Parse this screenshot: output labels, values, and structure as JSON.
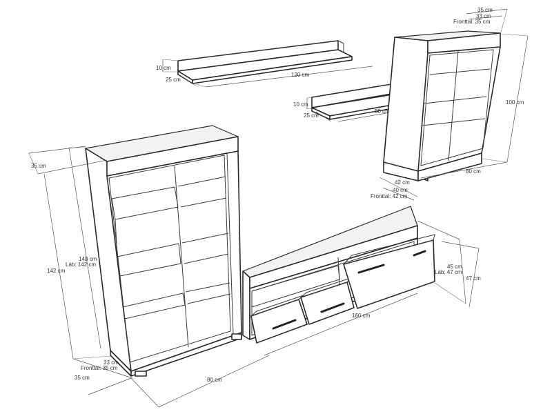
{
  "labels": {
    "wall_shelf_long": {
      "height": "10 cm",
      "depth": "25 cm",
      "width": "120 cm"
    },
    "wall_shelf_short": {
      "height": "10 cm",
      "depth": "25 cm",
      "width": "80 cm"
    },
    "wall_cabinet": {
      "depth_outer": "35 cm",
      "depth_inner": "33 cm",
      "front_depth": "Fronttal: 35 cm",
      "height": "100 cm",
      "width": "80 cm"
    },
    "tall_bookcase": {
      "top_depth": "35 cm",
      "inner_height": "140 cm",
      "leg_height": "Láb: 142 cm",
      "outer_height": "142 cm",
      "bottom_inner_depth": "33 cm",
      "bottom_front_depth": "Fronttal: 35 cm",
      "bottom_depth": "35 cm",
      "width": "80 cm"
    },
    "tv_stand": {
      "depth_outer": "42 cm",
      "depth_inner": "40 cm",
      "front_depth": "Fronttal: 42 cm",
      "height_inner": "45 cm",
      "leg_height": "Láb: 47 cm",
      "height_outer": "47 cm",
      "width": "160 cm"
    }
  }
}
